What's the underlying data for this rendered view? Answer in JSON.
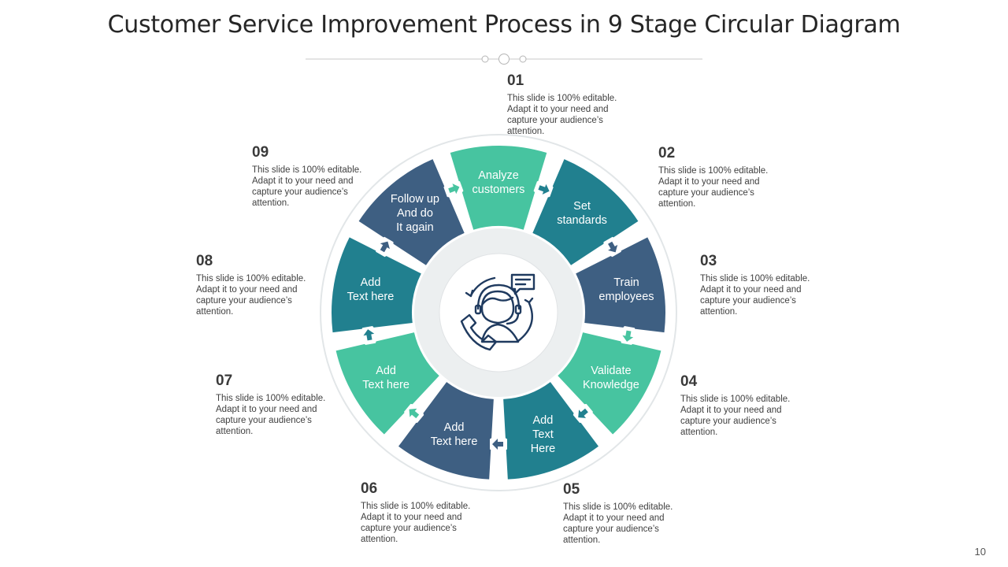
{
  "title": "Customer Service Improvement Process in 9 Stage Circular Diagram",
  "page_number": "10",
  "colors": {
    "teal_light": "#47c4a0",
    "teal_dark": "#21808f",
    "slate_blue": "#3e5f82",
    "ring": "#eceff0",
    "icon": "#1f3a5f"
  },
  "center_icon": "customer-support-agent-icon",
  "segments": [
    {
      "label": "Analyze\ncustomers",
      "color": "teal_light"
    },
    {
      "label": "Set\nstandards",
      "color": "teal_dark"
    },
    {
      "label": "Train\nemployees",
      "color": "slate_blue"
    },
    {
      "label": "Validate\nKnowledge",
      "color": "teal_light"
    },
    {
      "label": "Add\nText\nHere",
      "color": "teal_dark"
    },
    {
      "label": "Add\nText here",
      "color": "slate_blue"
    },
    {
      "label": "Add\nText here",
      "color": "teal_light"
    },
    {
      "label": "Add\nText here",
      "color": "teal_dark"
    },
    {
      "label": "Follow up\nAnd do\nIt again",
      "color": "slate_blue"
    }
  ],
  "steps": [
    {
      "number": "01",
      "text": "This slide is 100% editable. Adapt it to your need and capture your audience’s attention."
    },
    {
      "number": "02",
      "text": "This slide is 100% editable. Adapt it to your need and capture your audience’s attention."
    },
    {
      "number": "03",
      "text": "This slide is 100% editable. Adapt it to your need and capture your audience’s attention."
    },
    {
      "number": "04",
      "text": "This slide is 100% editable. Adapt it to your need and capture your audience’s attention."
    },
    {
      "number": "05",
      "text": "This slide is 100% editable. Adapt it to your need and capture your audience’s attention."
    },
    {
      "number": "06",
      "text": "This slide is 100% editable. Adapt it to your need and capture your audience’s attention."
    },
    {
      "number": "07",
      "text": "This slide is 100% editable. Adapt it to your need and capture your audience’s attention."
    },
    {
      "number": "08",
      "text": "This slide is 100% editable. Adapt it to your need and capture your audience’s attention."
    },
    {
      "number": "09",
      "text": "This slide is 100% editable. Adapt it to your need and capture your audience’s attention."
    }
  ]
}
